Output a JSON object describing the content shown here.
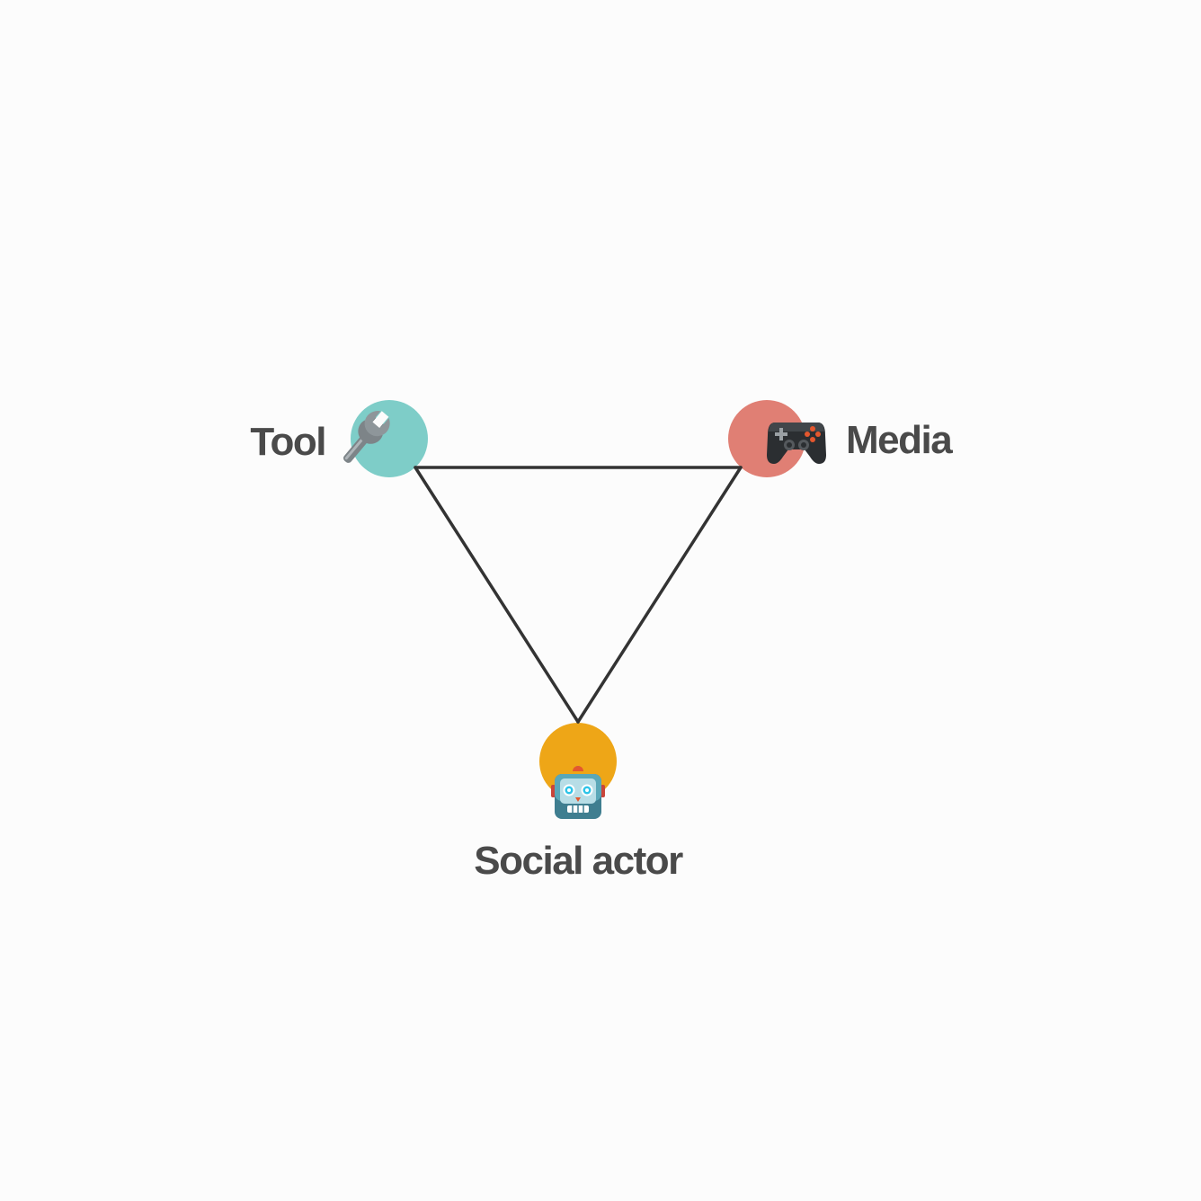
{
  "diagram": {
    "nodes": [
      {
        "id": "tool",
        "label": "Tool",
        "color": "#7ecdc8",
        "icon": "wrench-icon"
      },
      {
        "id": "media",
        "label": "Media",
        "color": "#e07f74",
        "icon": "gamepad-icon"
      },
      {
        "id": "social",
        "label": "Social actor",
        "color": "#eea617",
        "icon": "robot-icon"
      }
    ],
    "edges": [
      {
        "from": "tool",
        "to": "media"
      },
      {
        "from": "tool",
        "to": "social"
      },
      {
        "from": "media",
        "to": "social"
      }
    ],
    "edge_color": "#333333"
  }
}
